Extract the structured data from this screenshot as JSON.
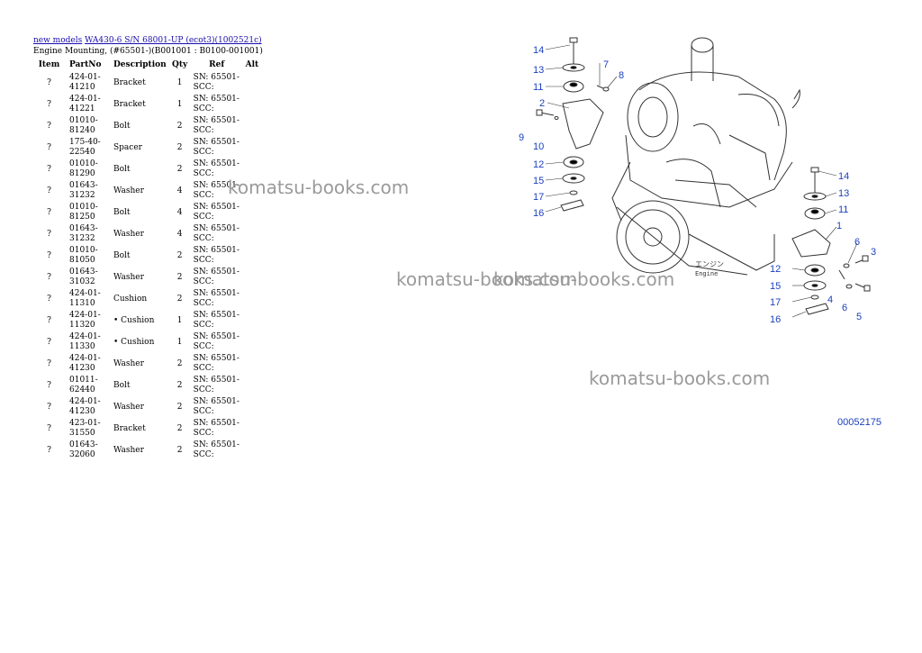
{
  "breadcrumb": {
    "link1": "new models",
    "link2": "WA430-6 S/N 68001-UP (ecot3)(1002521c)"
  },
  "subtitle": "Engine Mounting, (#65501-)(B001001 : B0100-001001)",
  "table": {
    "headers": [
      "Item",
      "PartNo",
      "Description",
      "Qty",
      "Ref",
      "Alt"
    ],
    "rows": [
      {
        "item": "?",
        "part": "424-01-41210",
        "desc": "Bracket",
        "qty": "1",
        "ref": "SN: 65501-\nSCC:"
      },
      {
        "item": "?",
        "part": "424-01-41221",
        "desc": "Bracket",
        "qty": "1",
        "ref": "SN: 65501-\nSCC:"
      },
      {
        "item": "?",
        "part": "01010-81240",
        "desc": "Bolt",
        "qty": "2",
        "ref": "SN: 65501-\nSCC:"
      },
      {
        "item": "?",
        "part": "175-40-22540",
        "desc": "Spacer",
        "qty": "2",
        "ref": "SN: 65501-\nSCC:"
      },
      {
        "item": "?",
        "part": "01010-81290",
        "desc": "Bolt",
        "qty": "2",
        "ref": "SN: 65501-\nSCC:"
      },
      {
        "item": "?",
        "part": "01643-31232",
        "desc": "Washer",
        "qty": "4",
        "ref": "SN: 65501-\nSCC:"
      },
      {
        "item": "?",
        "part": "01010-81250",
        "desc": "Bolt",
        "qty": "4",
        "ref": "SN: 65501-\nSCC:"
      },
      {
        "item": "?",
        "part": "01643-31232",
        "desc": "Washer",
        "qty": "4",
        "ref": "SN: 65501-\nSCC:"
      },
      {
        "item": "?",
        "part": "01010-81050",
        "desc": "Bolt",
        "qty": "2",
        "ref": "SN: 65501-\nSCC:"
      },
      {
        "item": "?",
        "part": "01643-31032",
        "desc": "Washer",
        "qty": "2",
        "ref": "SN: 65501-\nSCC:"
      },
      {
        "item": "?",
        "part": "424-01-11310",
        "desc": "Cushion",
        "qty": "2",
        "ref": "SN: 65501-\nSCC:"
      },
      {
        "item": "?",
        "part": "424-01-11320",
        "desc": "• Cushion",
        "qty": "1",
        "ref": "SN: 65501-\nSCC:"
      },
      {
        "item": "?",
        "part": "424-01-11330",
        "desc": "• Cushion",
        "qty": "1",
        "ref": "SN: 65501-\nSCC:"
      },
      {
        "item": "?",
        "part": "424-01-41230",
        "desc": "Washer",
        "qty": "2",
        "ref": "SN: 65501-\nSCC:"
      },
      {
        "item": "?",
        "part": "01011-62440",
        "desc": "Bolt",
        "qty": "2",
        "ref": "SN: 65501-\nSCC:"
      },
      {
        "item": "?",
        "part": "424-01-41230",
        "desc": "Washer",
        "qty": "2",
        "ref": "SN: 65501-\nSCC:"
      },
      {
        "item": "?",
        "part": "423-01-31550",
        "desc": "Bracket",
        "qty": "2",
        "ref": "SN: 65501-\nSCC:"
      },
      {
        "item": "?",
        "part": "01643-32060",
        "desc": "Washer",
        "qty": "2",
        "ref": "SN: 65501-\nSCC:"
      }
    ]
  },
  "watermarks": [
    "komatsu-books.com",
    "komatsu-books.com",
    "komatsu-books.com",
    "komatsu-books.com"
  ],
  "diagram": {
    "engine_label_jp": "エンジン",
    "engine_label_en": "Engine",
    "figure_code": "00052175",
    "callouts": [
      "14",
      "13",
      "11",
      "7",
      "8",
      "2",
      "9",
      "10",
      "12",
      "15",
      "17",
      "16",
      "14",
      "13",
      "11",
      "1",
      "6",
      "3",
      "12",
      "15",
      "17",
      "16",
      "4",
      "6",
      "5"
    ]
  },
  "colors": {
    "link": "#1a0dab",
    "callout": "#1a3fbf",
    "watermark": "#9a9a9a"
  }
}
